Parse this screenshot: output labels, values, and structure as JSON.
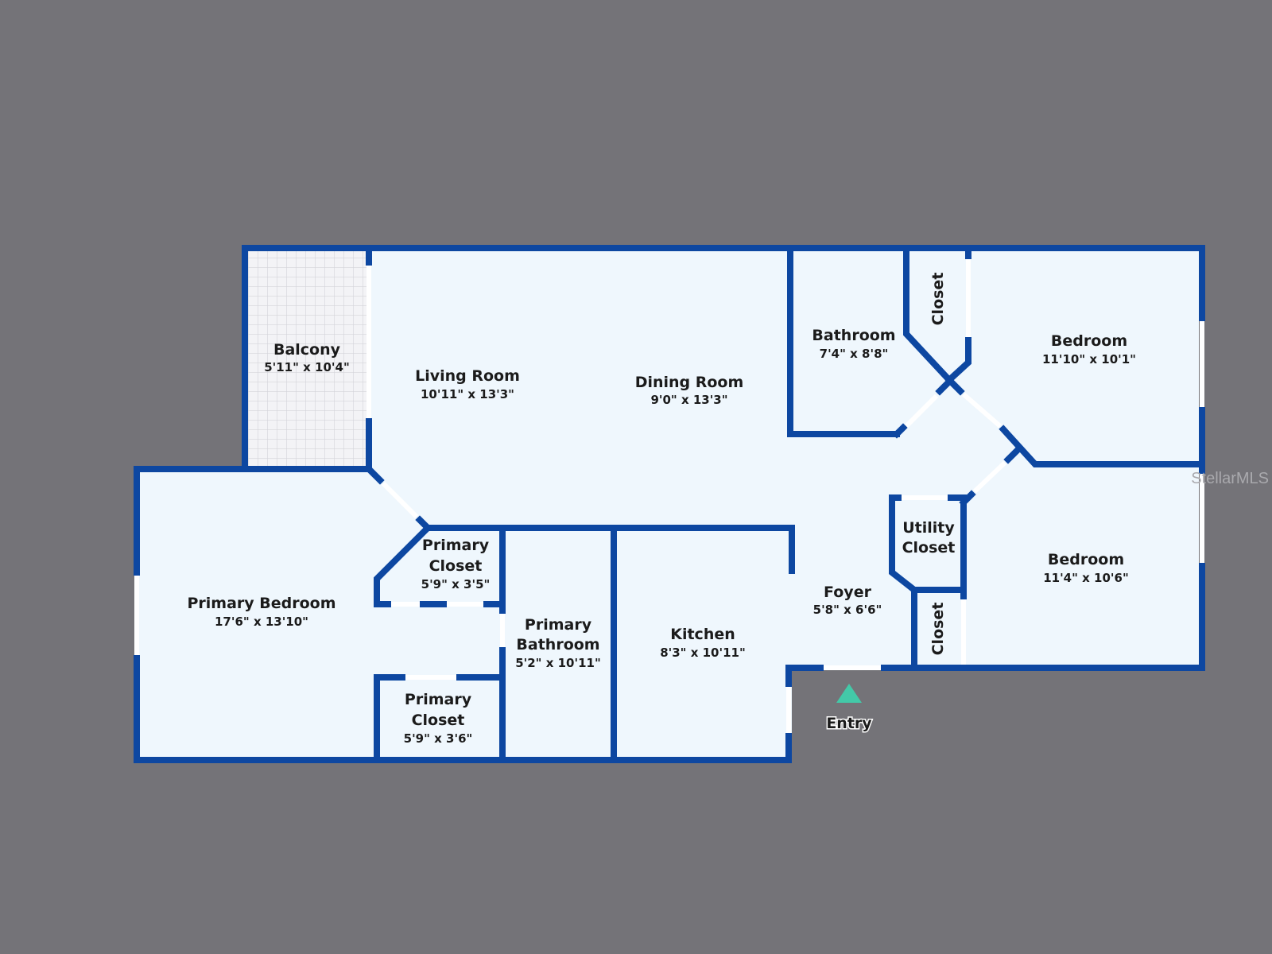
{
  "colors": {
    "background": "#747378",
    "floor": "#eff7fd",
    "wall": "#0d47a1",
    "opening": "#ffffff",
    "entry_marker": "#43c9a8",
    "balcony_tile": "#dcdce0"
  },
  "rooms": [
    {
      "id": "balcony",
      "name": "Balcony",
      "dims": "5'11\" x 10'4\""
    },
    {
      "id": "living-room",
      "name": "Living Room",
      "dims": "10'11\" x 13'3\""
    },
    {
      "id": "dining-room",
      "name": "Dining Room",
      "dims": "9'0\" x 13'3\""
    },
    {
      "id": "bathroom",
      "name": "Bathroom",
      "dims": "7'4\" x 8'8\""
    },
    {
      "id": "bedroom-1",
      "name": "Bedroom",
      "dims": "11'10\" x 10'1\""
    },
    {
      "id": "bedroom-2",
      "name": "Bedroom",
      "dims": "11'4\" x 10'6\""
    },
    {
      "id": "utility-closet",
      "name_line1": "Utility",
      "name_line2": "Closet"
    },
    {
      "id": "foyer",
      "name": "Foyer",
      "dims": "5'8\" x 6'6\""
    },
    {
      "id": "kitchen",
      "name": "Kitchen",
      "dims": "8'3\" x 10'11\""
    },
    {
      "id": "primary-bathroom",
      "name_line1": "Primary",
      "name_line2": "Bathroom",
      "dims": "5'2\" x 10'11\""
    },
    {
      "id": "primary-closet-upper",
      "name_line1": "Primary",
      "name_line2": "Closet",
      "dims": "5'9\" x 3'5\""
    },
    {
      "id": "primary-closet-lower",
      "name_line1": "Primary",
      "name_line2": "Closet",
      "dims": "5'9\" x 3'6\""
    },
    {
      "id": "primary-bedroom",
      "name": "Primary Bedroom",
      "dims": "17'6\" x 13'10\""
    },
    {
      "id": "closet-top",
      "name": "Closet"
    },
    {
      "id": "closet-bottom",
      "name": "Closet"
    }
  ],
  "entry_label": "Entry",
  "watermark": "StellarMLS"
}
